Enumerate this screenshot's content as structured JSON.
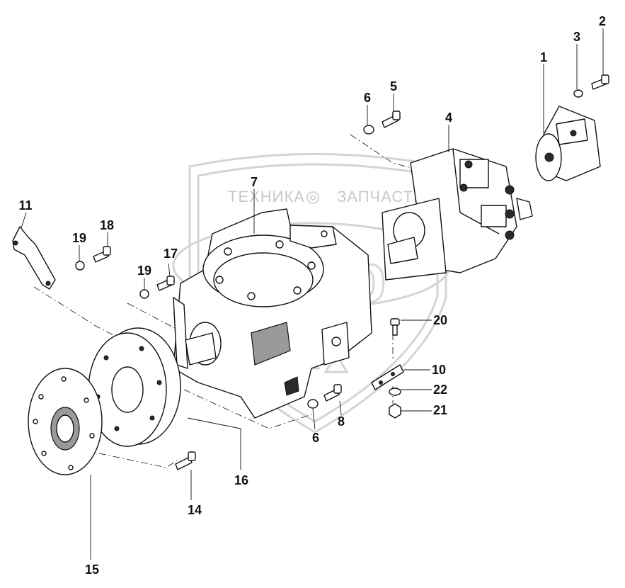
{
  "watermark": {
    "text_left": "ТЕХНИКА",
    "text_right": "ЗАПЧАСТИ",
    "logo_letters": "элф"
  },
  "labels": [
    {
      "id": "1",
      "text": "1"
    },
    {
      "id": "2",
      "text": "2"
    },
    {
      "id": "3",
      "text": "3"
    },
    {
      "id": "4",
      "text": "4"
    },
    {
      "id": "5",
      "text": "5"
    },
    {
      "id": "6a",
      "text": "6"
    },
    {
      "id": "7",
      "text": "7"
    },
    {
      "id": "8",
      "text": "8"
    },
    {
      "id": "6b",
      "text": "6"
    },
    {
      "id": "10",
      "text": "10"
    },
    {
      "id": "11",
      "text": "11"
    },
    {
      "id": "14",
      "text": "14"
    },
    {
      "id": "15",
      "text": "15"
    },
    {
      "id": "16",
      "text": "16"
    },
    {
      "id": "17",
      "text": "17"
    },
    {
      "id": "18",
      "text": "18"
    },
    {
      "id": "19a",
      "text": "19"
    },
    {
      "id": "19b",
      "text": "19"
    },
    {
      "id": "20",
      "text": "20"
    },
    {
      "id": "21",
      "text": "21"
    },
    {
      "id": "22",
      "text": "22"
    }
  ]
}
